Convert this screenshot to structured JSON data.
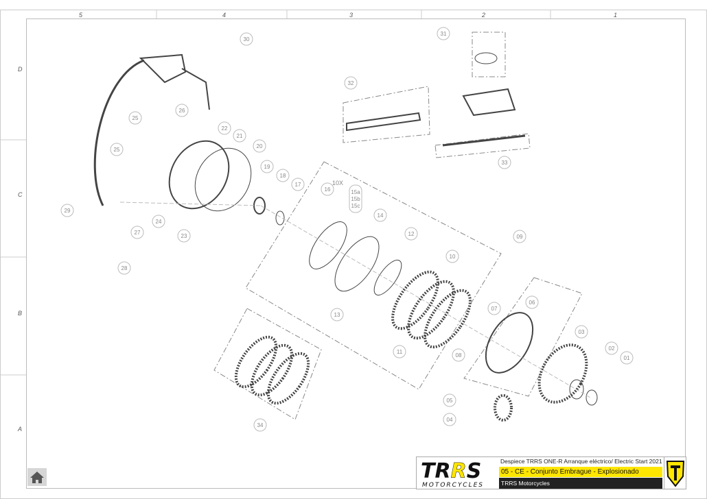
{
  "grid": {
    "columns": [
      "5",
      "4",
      "3",
      "2",
      "1"
    ],
    "rows": [
      "D",
      "C",
      "B",
      "A"
    ]
  },
  "callouts": [
    "30",
    "31",
    "32",
    "26",
    "25",
    "22",
    "21",
    "25",
    "20",
    "19",
    "18",
    "17",
    "16",
    "15a\n15b\n15c",
    "14",
    "12",
    "10",
    "09",
    "29",
    "24",
    "23",
    "27",
    "28",
    "13",
    "11",
    "07",
    "06",
    "08",
    "03",
    "02",
    "01",
    "05",
    "04",
    "34",
    "33"
  ],
  "annotations": {
    "quantity": "10X"
  },
  "title_block": {
    "logo_text": "TRRS",
    "logo_sub": "MOTORCYCLES",
    "line1": "Despiece TRRS ONE-R  Arranque eléctrico/ Electric Start 2021",
    "line2": "05 - CE - Conjunto Embrague - Explosionado",
    "line3": "TRRS Motorcycles"
  },
  "colors": {
    "accent": "#ffe600",
    "dark": "#222222"
  },
  "icons": {
    "home": "home-icon"
  }
}
